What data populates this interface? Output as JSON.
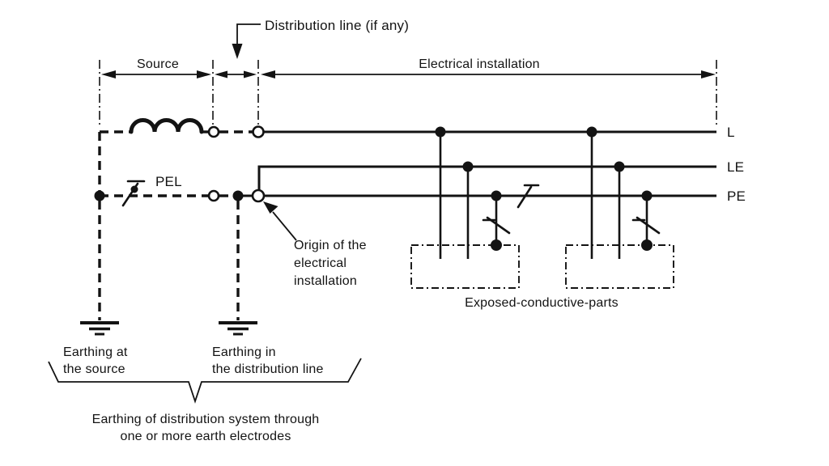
{
  "diagram": {
    "title_context": "Earthing system schematic",
    "top_label": "Distribution line (if any)",
    "dimensions": {
      "source": "Source",
      "installation": "Electrical installation"
    },
    "pel_label": "PEL",
    "conductor_labels": {
      "l": "L",
      "le": "LE",
      "pe": "PE"
    },
    "origin_label": {
      "line1": "Origin of the",
      "line2": "electrical",
      "line3": "installation"
    },
    "exposed_label": "Exposed-conductive-parts",
    "earthing_source_label": {
      "line1": "Earthing at",
      "line2": "the source"
    },
    "earthing_distribution_label": {
      "line1": "Earthing in",
      "line2": "the distribution line"
    },
    "bottom_note": {
      "line1": "Earthing of distribution system through",
      "line2": "one or more earth electrodes"
    },
    "colors": {
      "ink": "#131313",
      "background": "#ffffff"
    }
  }
}
